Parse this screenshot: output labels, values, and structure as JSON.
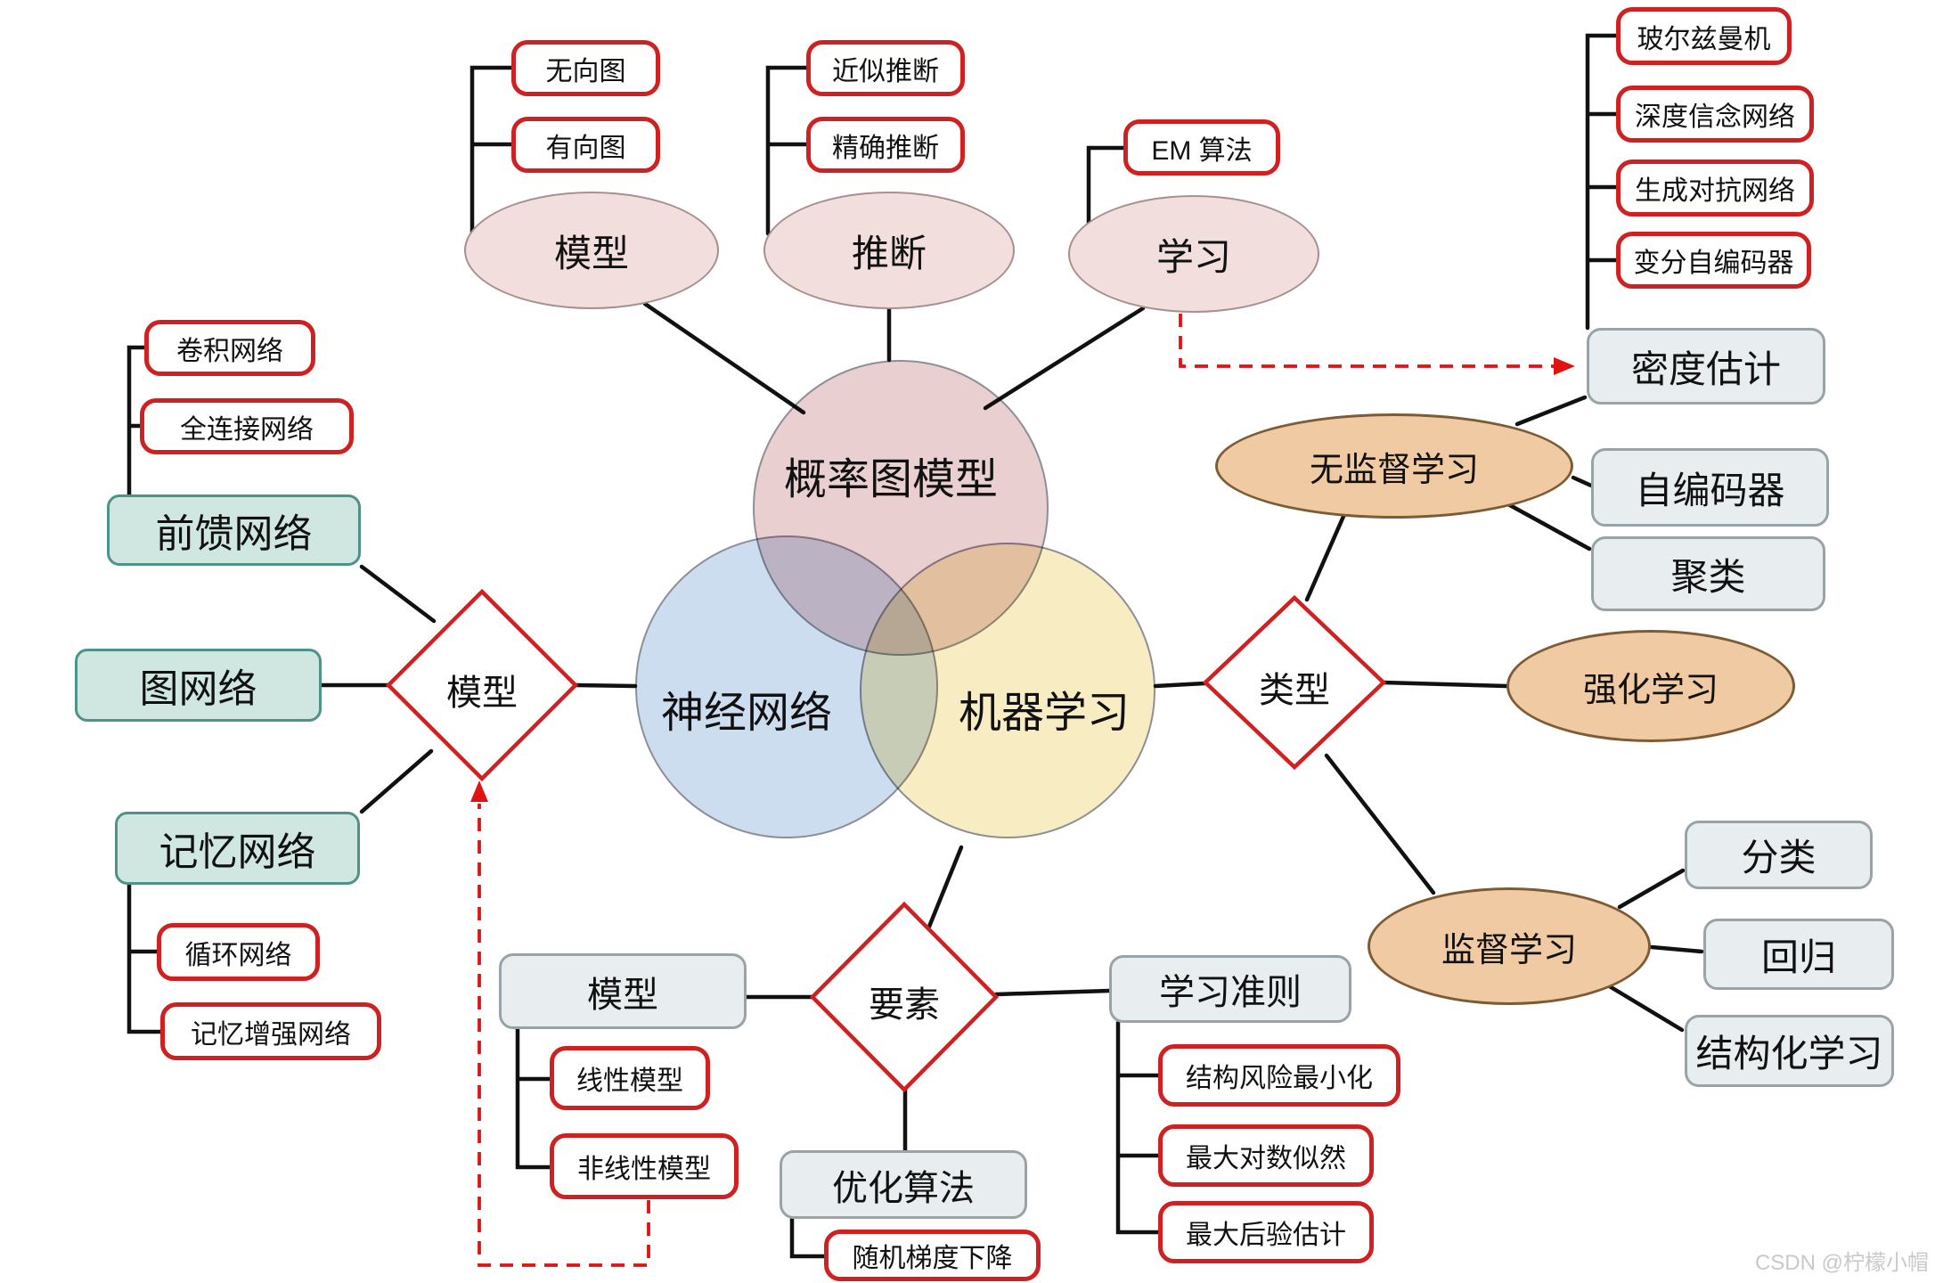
{
  "watermark": "CSDN @柠檬小帽",
  "colors": {
    "red_border": "#cf2121",
    "dashed_red": "#e11212",
    "line_black": "#111111",
    "pink_ellipse_fill": "#f2dedd",
    "orange_ellipse_fill": "#f0caa3",
    "green_box_fill": "#cfe7e0",
    "gray_box_fill": "#e8eef0",
    "venn_pink": "#e9cfd0",
    "venn_blue": "#cdddf0",
    "venn_yellow": "#f8ecc2"
  },
  "venn": {
    "pgm": "概率图模型",
    "nn": "神经网络",
    "ml": "机器学习"
  },
  "pgm_branch": {
    "model": "模型",
    "undirected": "无向图",
    "directed": "有向图",
    "inference": "推断",
    "approximate": "近似推断",
    "exact": "精确推断",
    "learning": "学习",
    "em": "EM 算法"
  },
  "nn_branch": {
    "model": "模型",
    "feedforward": "前馈网络",
    "conv": "卷积网络",
    "fully_connected": "全连接网络",
    "graph": "图网络",
    "memory": "记忆网络",
    "recurrent": "循环网络",
    "memory_augmented": "记忆增强网络"
  },
  "ml_types": {
    "type": "类型",
    "unsupervised": "无监督学习",
    "density": "密度估计",
    "boltzmann": "玻尔兹曼机",
    "dbn": "深度信念网络",
    "gan": "生成对抗网络",
    "vae": "变分自编码器",
    "autoencoder": "自编码器",
    "clustering": "聚类",
    "reinforcement": "强化学习",
    "supervised": "监督学习",
    "classification": "分类",
    "regression": "回归",
    "structured": "结构化学习"
  },
  "ml_elements": {
    "elements": "要素",
    "model": "模型",
    "linear": "线性模型",
    "nonlinear": "非线性模型",
    "criterion": "学习准则",
    "srm": "结构风险最小化",
    "mle": "最大对数似然",
    "map": "最大后验估计",
    "optimization": "优化算法",
    "sgd": "随机梯度下降"
  }
}
